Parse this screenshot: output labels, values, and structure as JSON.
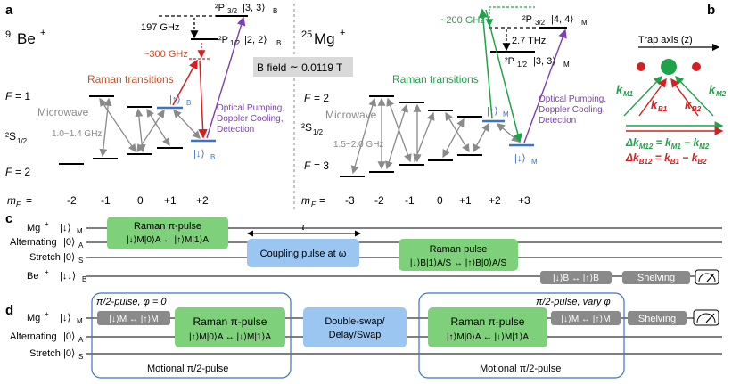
{
  "panels": {
    "a": "a",
    "b": "b",
    "c": "c",
    "d": "d"
  },
  "be": {
    "ion": "Be",
    "ion_sup": "+",
    "iso": "9",
    "split_197": "197 GHz",
    "detuning": "~300 GHz",
    "p32": "²P",
    "p32_sub": "3/2",
    "p32_ket": "|3, 3⟩",
    "p32_ket_sub": "B",
    "p12": "²P",
    "p12_sub": "1/2",
    "p12_ket": "|2, 2⟩",
    "p12_ket_sub": "B",
    "raman": "Raman transitions",
    "microwave": "Microwave",
    "mw_freq": "1.0~1.4 GHz",
    "f1": "F = 1",
    "f2": "F = 2",
    "s12": "²S",
    "s12_sub": "1/2",
    "up_ket": "|↑⟩",
    "up_sub": "B",
    "down_ket": "|↓⟩",
    "down_sub": "B",
    "optical": [
      "Optical Pumping,",
      "Doppler Cooling,",
      "Detection"
    ],
    "mf_label": "m",
    "mf_sub": "F",
    "mf_values": [
      "-2",
      "-1",
      "0",
      "+1",
      "+2"
    ]
  },
  "bfield": "B field ≃ 0.0119 T",
  "mg": {
    "ion": "Mg",
    "ion_sup": "+",
    "iso": "25",
    "detuning": "~200 GHz",
    "split_27": "2.7 THz",
    "p32": "²P",
    "p32_sub": "3/2",
    "p32_ket": "|4, 4⟩",
    "p32_ket_sub": "M",
    "p12": "²P",
    "p12_sub": "1/2",
    "p12_ket": "|3, 3⟩",
    "p12_ket_sub": "M",
    "raman": "Raman transitions",
    "microwave": "Microwave",
    "mw_freq": "1.5~2.0 GHz",
    "f2": "F = 2",
    "f3": "F = 3",
    "s12": "²S",
    "s12_sub": "1/2",
    "up_ket": "|↑⟩",
    "up_sub": "M",
    "down_ket": "|↓⟩",
    "down_sub": "M",
    "optical": [
      "Optical Pumping,",
      "Doppler Cooling,",
      "Detection"
    ],
    "mf_values": [
      "-3",
      "-2",
      "-1",
      "0",
      "+1",
      "+2",
      "+3"
    ]
  },
  "panel_b": {
    "trap_axis": "Trap axis (z)",
    "k_m1": "k",
    "k_m1_sub": "M1",
    "k_m2": "k",
    "k_m2_sub": "M2",
    "k_b1": "k",
    "k_b1_sub": "B1",
    "k_b2": "k",
    "k_b2_sub": "B2",
    "eq_m": "Δk",
    "eq_m_sub": "M12",
    "eq_m_rhs": " = k",
    "eq_m_r1": "M1",
    "eq_m_minus": " − k",
    "eq_m_r2": "M2",
    "eq_b": "Δk",
    "eq_b_sub": "B12",
    "eq_b_rhs": " = k",
    "eq_b_r1": "B1",
    "eq_b_minus": " − k",
    "eq_b_r2": "B2",
    "colors": {
      "green": "#1fa34a",
      "red": "#d42020",
      "purple": "#7b3fb0",
      "blue": "#3b73c9",
      "gray": "#8a8a8a",
      "orange": "#c8502a"
    }
  },
  "panel_c": {
    "rows": [
      {
        "name": "Mg",
        "sup": "+",
        "ket": "|↓⟩",
        "sub": "M"
      },
      {
        "name": "Alternating",
        "sup": "",
        "ket": "|0⟩",
        "sub": "A"
      },
      {
        "name": "Stretch",
        "sup": "",
        "ket": "|0⟩",
        "sub": "S"
      },
      {
        "name": "Be",
        "sup": "+",
        "ket": "|↓↓⟩",
        "sub": "B"
      }
    ],
    "pulse1_title": "Raman π-pulse",
    "pulse1_sub": "|↓⟩M|0⟩A ↔ |↑⟩M|1⟩A",
    "tau": "τ",
    "coupling": "Coupling pulse at ω",
    "pulse2_title": "Raman pulse",
    "pulse2_sub": "|↓⟩B|1⟩A/S ↔ |↑⟩B|0⟩A/S",
    "be_flip": "|↓⟩B ↔ |↑⟩B",
    "shelving": "Shelving"
  },
  "panel_d": {
    "rows": [
      {
        "name": "Mg",
        "sup": "+",
        "ket": "|↓⟩",
        "sub": "M"
      },
      {
        "name": "Alternating",
        "sup": "",
        "ket": "|0⟩",
        "sub": "A"
      },
      {
        "name": "Stretch",
        "sup": "",
        "ket": "|0⟩",
        "sub": "S"
      }
    ],
    "half_pulse_left": "π/2-pulse, φ = 0",
    "half_pulse_right": "π/2-pulse, vary φ",
    "mg_flip": "|↓⟩M ↔ |↑⟩M",
    "raman_title": "Raman π-pulse",
    "raman_sub": "|↑⟩M|0⟩A ↔ |↓⟩M|1⟩A",
    "swap": [
      "Double-swap/",
      "Delay/Swap"
    ],
    "motional": "Motional π/2-pulse",
    "shelving": "Shelving"
  }
}
